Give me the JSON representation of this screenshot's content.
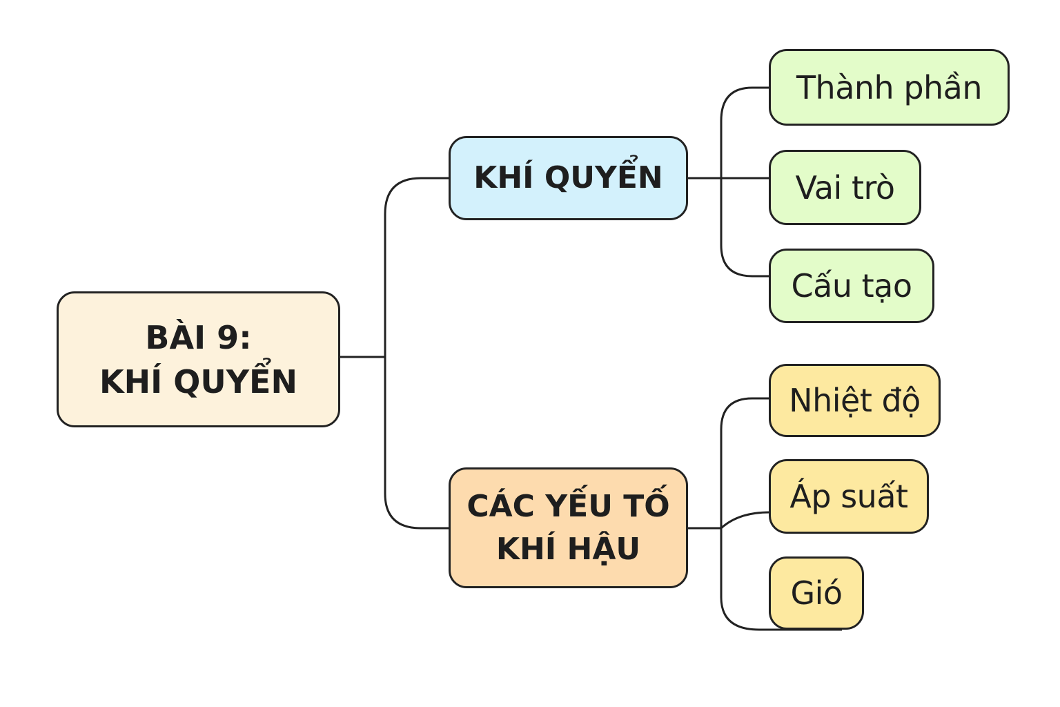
{
  "root": {
    "line1": "BÀI 9:",
    "line2": "KHÍ QUYỂN",
    "color": "#fdf2dc"
  },
  "branches": [
    {
      "label": "KHÍ QUYỂN",
      "color": "#d3f1fc",
      "children": [
        {
          "label": "Thành phần"
        },
        {
          "label": "Vai trò"
        },
        {
          "label": "Cấu tạo"
        }
      ],
      "child_color": "#e3fcc9"
    },
    {
      "line1": "CÁC YẾU TỐ",
      "line2": "KHÍ HẬU",
      "color": "#fddbae",
      "children": [
        {
          "label": "Nhiệt độ"
        },
        {
          "label": "Áp suất"
        },
        {
          "label": "Gió"
        }
      ],
      "child_color": "#fde9a0"
    }
  ]
}
